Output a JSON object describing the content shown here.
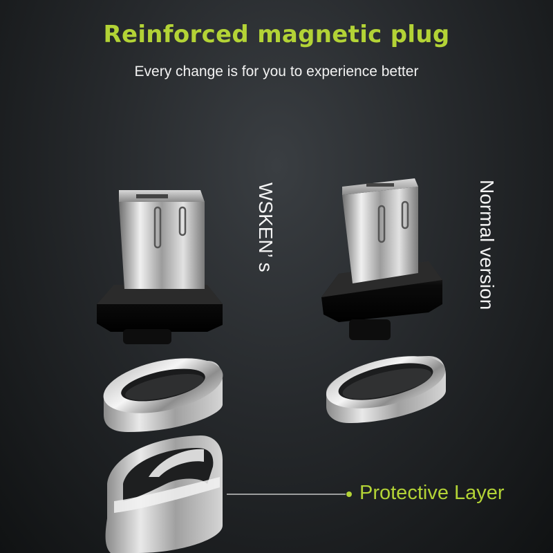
{
  "header": {
    "title": "Reinforced magnetic plug",
    "subtitle": "Every change is for you to experience better"
  },
  "labels": {
    "left_product": "WSKEN’ s",
    "right_product": "Normal version",
    "callout": "Protective Layer"
  },
  "colors": {
    "accent": "#b3d336",
    "text": "#f2f2f2",
    "background": "#1c1f21"
  }
}
